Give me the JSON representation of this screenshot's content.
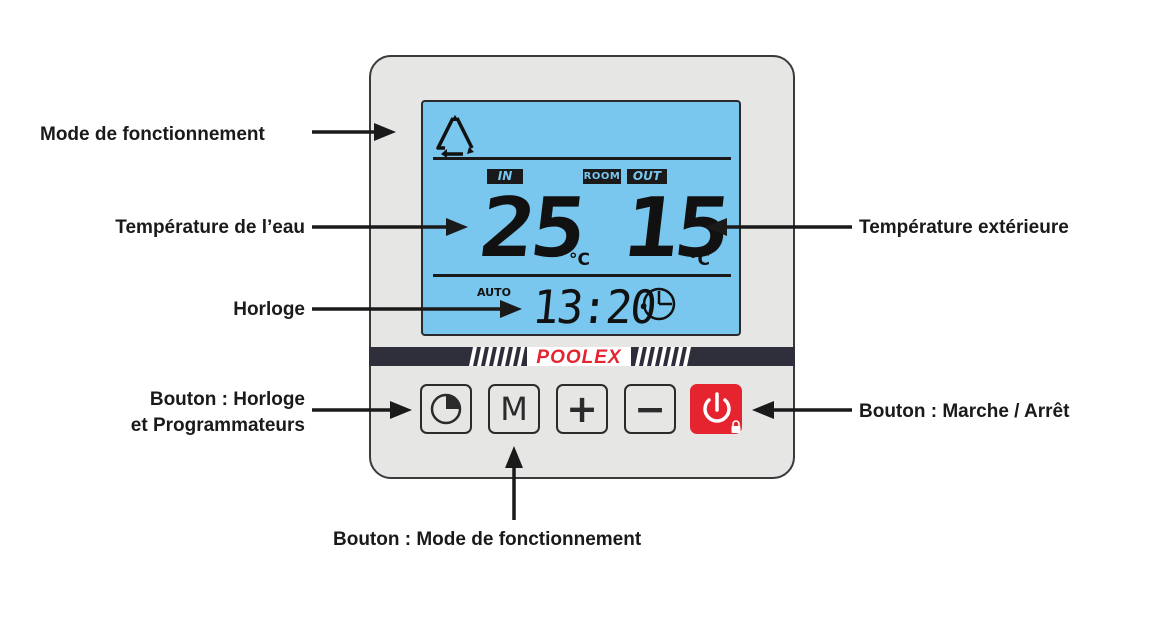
{
  "callouts": {
    "mode": "Mode de fonctionnement",
    "water_temp": "Température de l’eau",
    "outside_temp": "Température extérieure",
    "clock": "Horloge",
    "btn_clock_line1": "Bouton : Horloge",
    "btn_clock_line2": "et Programmateurs",
    "btn_power": "Bouton : Marche / Arrêt",
    "btn_mode": "Bouton : Mode de fonctionnement"
  },
  "display": {
    "tag_in": "IN",
    "tag_room": "ROOM",
    "tag_out": "OUT",
    "water_temp": "25",
    "outside_temp": "15",
    "unit": "°C",
    "auto": "AUTO",
    "time": "13:20"
  },
  "brand": "POOLEX",
  "buttons": {
    "mode_label": "M",
    "plus_label": "+",
    "minus_label": "−"
  },
  "colors": {
    "lcd_background": "#79c6ee",
    "brand_red": "#e52430",
    "band_dark": "#2e2f3a",
    "casing": "#e6e6e4"
  },
  "icons": {
    "mode": "triangle-cycle-icon",
    "clock": "clock-icon",
    "clock_button": "half-clock-icon",
    "power": "power-icon",
    "lock": "lock-icon"
  }
}
